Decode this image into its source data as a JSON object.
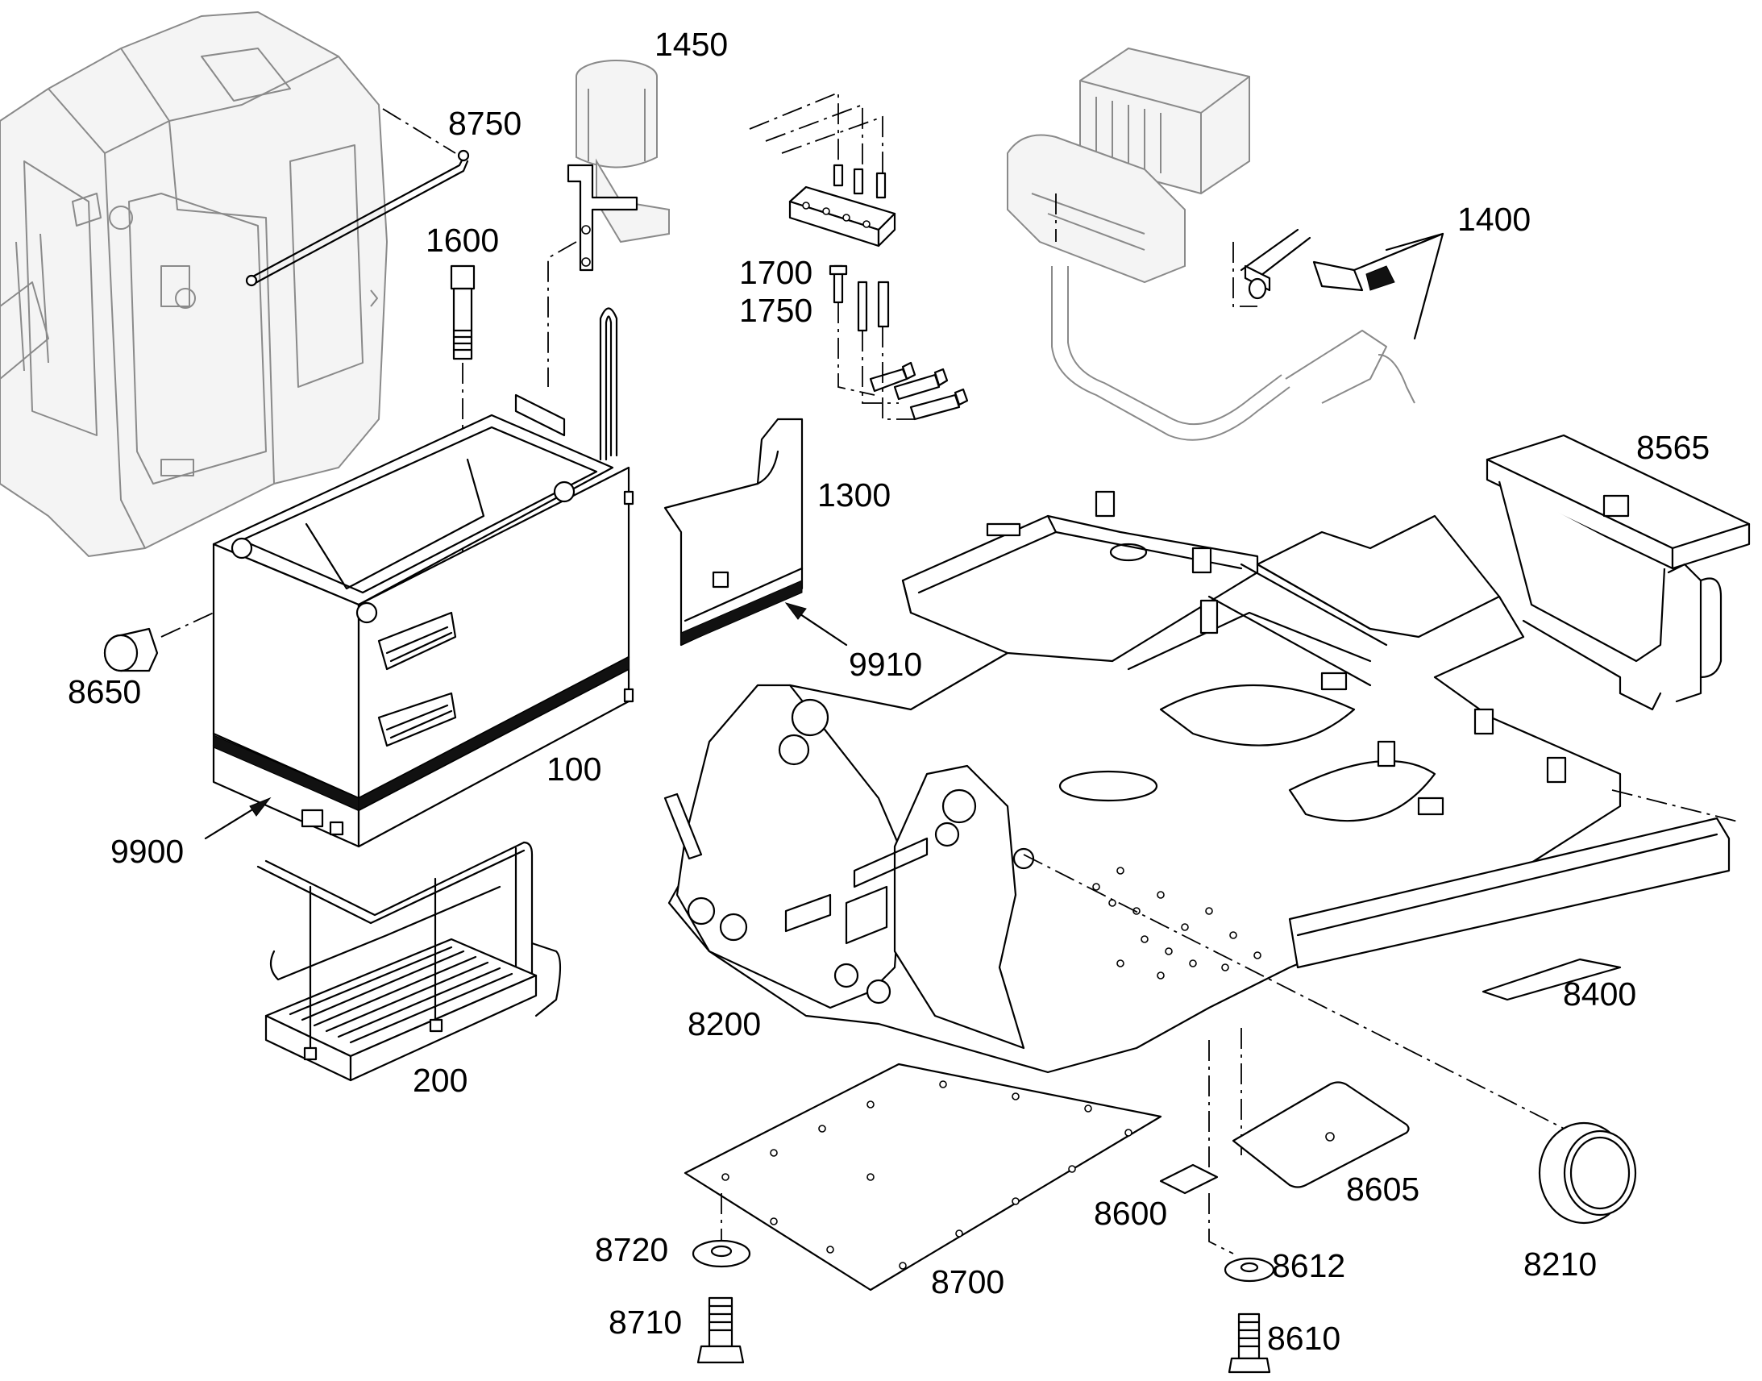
{
  "diagram": {
    "callouts": [
      {
        "id": "c1450",
        "text": "1450"
      },
      {
        "id": "c8750",
        "text": "8750"
      },
      {
        "id": "c1600",
        "text": "1600"
      },
      {
        "id": "c1700",
        "text": "1700"
      },
      {
        "id": "c1750",
        "text": "1750"
      },
      {
        "id": "c1400",
        "text": "1400"
      },
      {
        "id": "c8565",
        "text": "8565"
      },
      {
        "id": "c1300",
        "text": "1300"
      },
      {
        "id": "c9910",
        "text": "9910"
      },
      {
        "id": "c8650",
        "text": "8650"
      },
      {
        "id": "c100",
        "text": "100"
      },
      {
        "id": "c9900",
        "text": "9900"
      },
      {
        "id": "c200",
        "text": "200"
      },
      {
        "id": "c8200",
        "text": "8200"
      },
      {
        "id": "c8400",
        "text": "8400"
      },
      {
        "id": "c8600",
        "text": "8600"
      },
      {
        "id": "c8605",
        "text": "8605"
      },
      {
        "id": "c8720",
        "text": "8720"
      },
      {
        "id": "c8700",
        "text": "8700"
      },
      {
        "id": "c8710",
        "text": "8710"
      },
      {
        "id": "c8612",
        "text": "8612"
      },
      {
        "id": "c8610",
        "text": "8610"
      },
      {
        "id": "c8210",
        "text": "8210"
      }
    ]
  }
}
